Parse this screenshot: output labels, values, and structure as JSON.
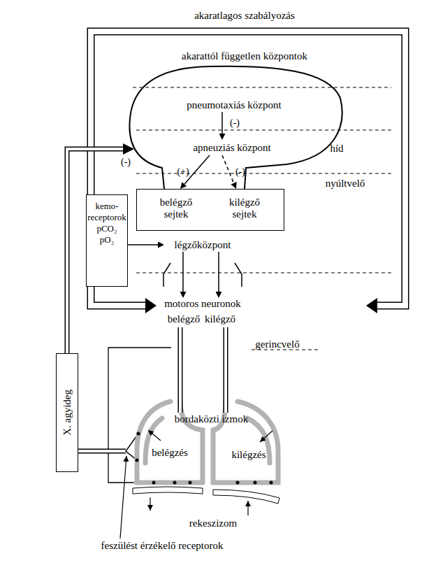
{
  "diagram": {
    "nodes": [
      {
        "text": [
          "pneumotaxiás központ"
        ]
      },
      {
        "text": [
          "apneuziás központ"
        ]
      },
      {
        "text": [
          "belégző sejtek",
          "kilégző sejtek"
        ]
      },
      {
        "text": [
          "kemo- receptorok",
          "pCO₂ pO₂"
        ]
      },
      {
        "text": [
          "légzőközpont"
        ]
      },
      {
        "text": [
          "motoros neuronok",
          "belégző",
          "kilégző"
        ]
      },
      {
        "text": [
          "X. agyideg"
        ]
      },
      {
        "text": [
          "bordaközti izmok"
        ]
      }
    ],
    "edges": [
      {
        "from": 0,
        "to": 1,
        "label": "(-)",
        "arrow": "to"
      },
      {
        "from": 1,
        "to": 2,
        "label": "(+)",
        "arrow": "to"
      },
      {
        "from": 1,
        "to": 2,
        "label": "(-)",
        "arrow": "to"
      },
      {
        "from": 3,
        "to": 4,
        "arrow": "to"
      },
      {
        "from": 4,
        "to": 5,
        "arrow": "to"
      },
      {
        "from": 4,
        "to": 5,
        "arrow": "to"
      },
      {
        "from": 5,
        "to": 7,
        "arrow": "none"
      },
      {
        "from": 5,
        "to": 7,
        "arrow": "none"
      },
      {
        "from": 6,
        "to": 1,
        "label": "(-)",
        "arrow": "to"
      }
    ],
    "labels": [
      "akaratlagos szabályozás",
      "akarattól független központok",
      "híd",
      "nyúltvelő",
      "gerincvelő",
      "belégzés",
      "kilégzés",
      "rekeszizom",
      "feszülést érzékelő receptorok"
    ]
  }
}
